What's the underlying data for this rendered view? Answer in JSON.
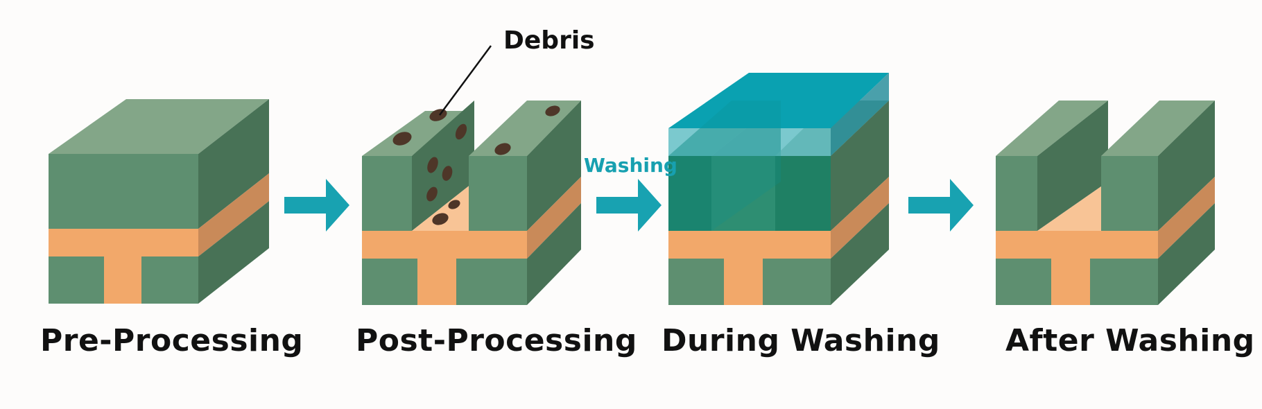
{
  "stages": [
    {
      "label": "Pre-Processing"
    },
    {
      "label": "Post-Processing"
    },
    {
      "label": "During Washing"
    },
    {
      "label": "After Washing"
    }
  ],
  "annotations": {
    "debris": "Debris",
    "washing": "Washing"
  },
  "colors": {
    "green_front": "#5e8f70",
    "green_top": "#83a688",
    "green_side": "#487256",
    "copper_front": "#f2a86a",
    "copper_side": "#c98a59",
    "copper_trench_floor": "#f8c496",
    "debris": "#4e3628",
    "water": "#0aa1b1",
    "arrow": "#18a2b1"
  }
}
